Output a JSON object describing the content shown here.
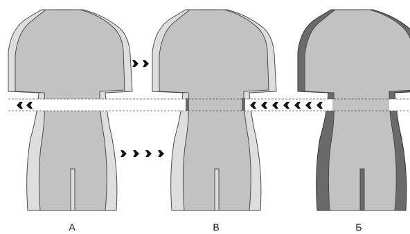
{
  "labels": {
    "left": "А",
    "middle": "В",
    "right": "Б"
  },
  "colors": {
    "background": "#ffffff",
    "body_fill": "#c2c2c2",
    "outline_light": "#dedede",
    "outline_dark": "#6a6a6a",
    "stroke": "#4a4a4a",
    "arrow": "#111111",
    "guide_line": "#555555"
  },
  "icons": {
    "arrow_right": "arrow-right-icon",
    "arrow_left": "arrow-left-icon"
  }
}
